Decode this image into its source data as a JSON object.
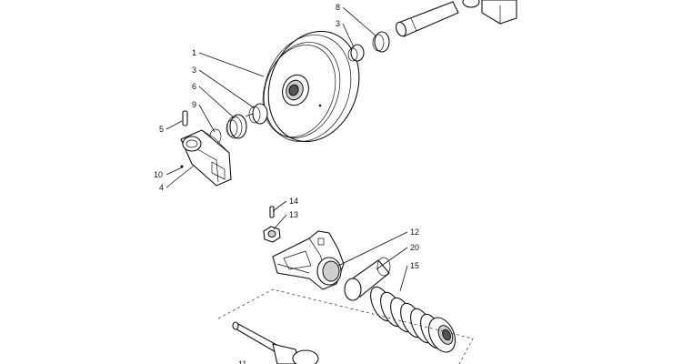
{
  "callouts": [
    {
      "id": "c1",
      "text": "1"
    },
    {
      "id": "c3a",
      "text": "3"
    },
    {
      "id": "c6",
      "text": "6"
    },
    {
      "id": "c9",
      "text": "9"
    },
    {
      "id": "c5",
      "text": "5"
    },
    {
      "id": "c10",
      "text": "10"
    },
    {
      "id": "c4",
      "text": "4"
    },
    {
      "id": "c8",
      "text": "8"
    },
    {
      "id": "c3b",
      "text": "3"
    },
    {
      "id": "c14",
      "text": "14"
    },
    {
      "id": "c13",
      "text": "13"
    },
    {
      "id": "c12",
      "text": "12"
    },
    {
      "id": "c20",
      "text": "20"
    },
    {
      "id": "c15",
      "text": "15"
    },
    {
      "id": "c11",
      "text": "11"
    }
  ]
}
